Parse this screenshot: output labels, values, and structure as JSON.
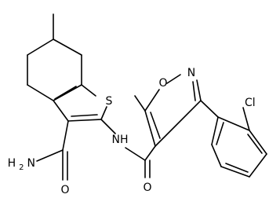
{
  "diagram": {
    "atoms": {
      "sulfur": "S",
      "nh": "NH",
      "isoxazole_o": "O",
      "isoxazole_n": "N",
      "amide_o_left": "O",
      "amide_o_right": "O",
      "chlorine": "Cl",
      "amine_h": "H",
      "amine_sub": "2",
      "amine_n": "N"
    }
  }
}
